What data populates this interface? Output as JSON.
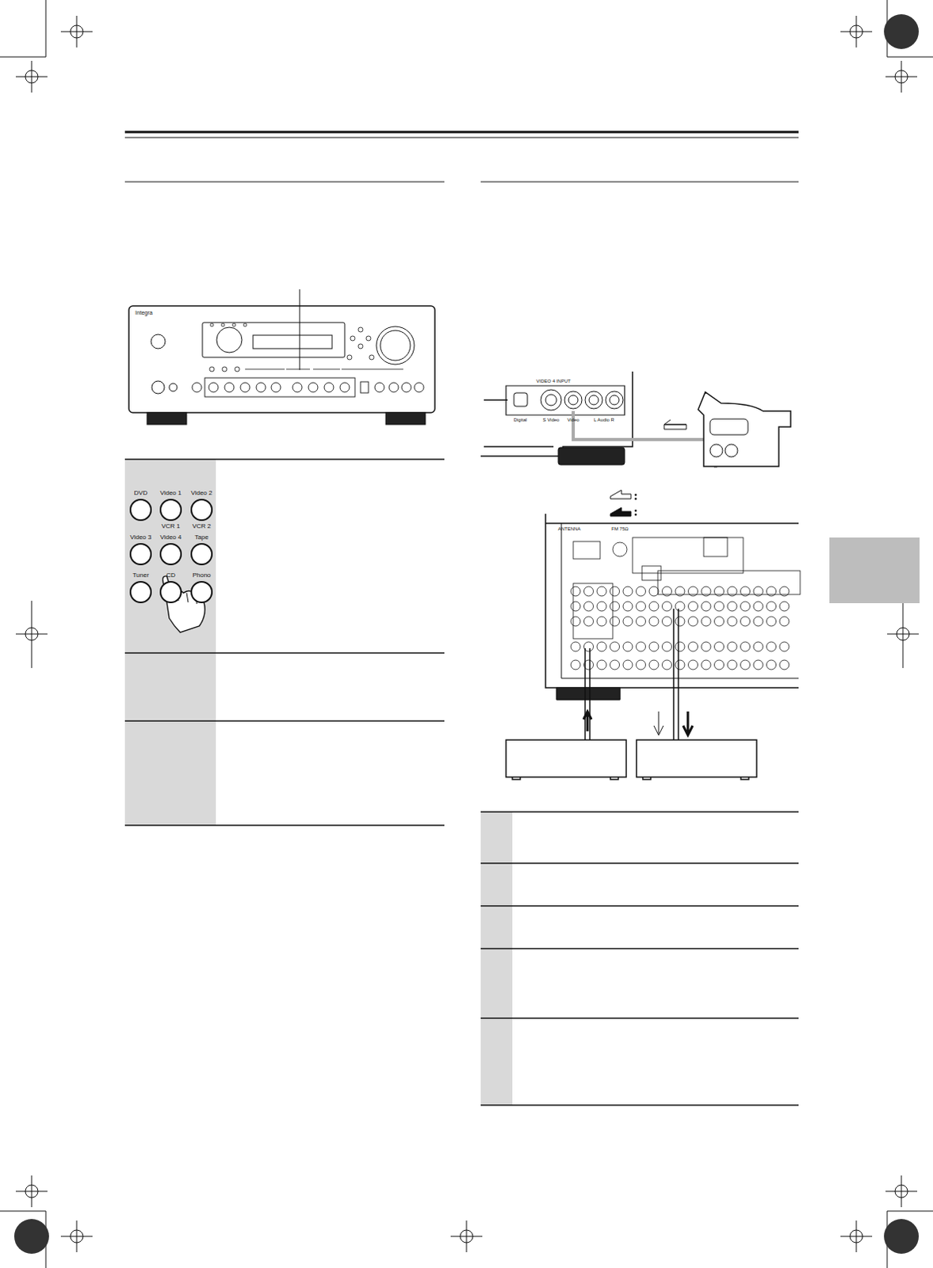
{
  "diagram": {
    "nodes": [
      {
        "text": [
          "DVD"
        ]
      },
      {
        "text": [
          "Video 1",
          "VCR 1"
        ]
      },
      {
        "text": [
          "Video 2",
          "VCR 2"
        ]
      },
      {
        "text": [
          "Video 3"
        ]
      },
      {
        "text": [
          "Video 4"
        ]
      },
      {
        "text": [
          "Tape"
        ]
      },
      {
        "text": [
          "Tuner"
        ]
      },
      {
        "text": [
          "CD"
        ]
      },
      {
        "text": [
          "Phono"
        ]
      }
    ],
    "labels": [
      "Integra",
      "VIDEO 4 INPUT",
      "Digital",
      "S Video",
      "Video",
      "L Audio R",
      "ANTENNA",
      "FM 75Ω"
    ]
  }
}
